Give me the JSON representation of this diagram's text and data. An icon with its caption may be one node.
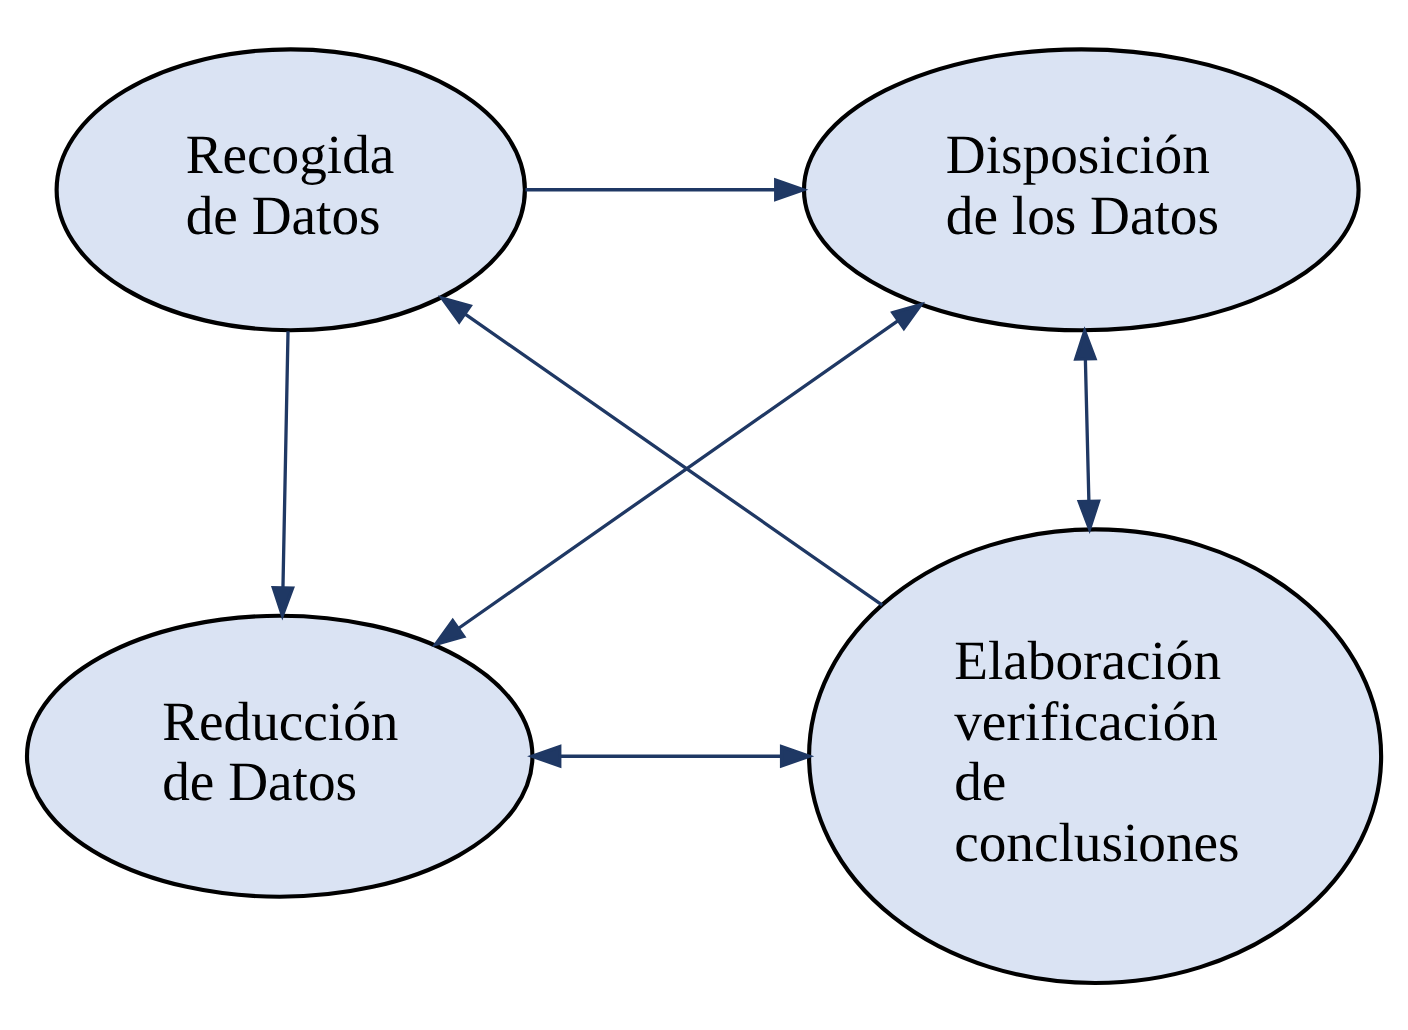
{
  "diagram": {
    "nodes": [
      {
        "text": [
          "Recogida de Datos"
        ]
      },
      {
        "text": [
          "Disposición de los Datos"
        ]
      },
      {
        "text": [
          "Reducción de Datos"
        ]
      },
      {
        "text": [
          "Elaboración verificación de conclusiones"
        ]
      }
    ],
    "edges": [
      {
        "from": 0,
        "to": 1,
        "arrow": "to"
      },
      {
        "from": 0,
        "to": 2,
        "arrow": "to"
      },
      {
        "from": 2,
        "to": 1,
        "arrow": "both"
      },
      {
        "from": 3,
        "to": 0,
        "arrow": "to"
      },
      {
        "from": 1,
        "to": 3,
        "arrow": "both"
      },
      {
        "from": 2,
        "to": 3,
        "arrow": "both"
      }
    ]
  }
}
